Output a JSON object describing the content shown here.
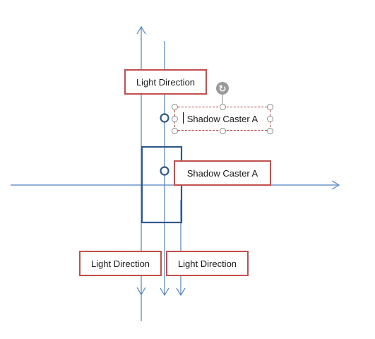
{
  "colors": {
    "axis": "#4f81bd",
    "caster": "#2f5a88",
    "label_border": "#c0504d",
    "selection_border": "#b03a3a",
    "handle": "#8a8a8a"
  },
  "labels": {
    "light_direction_top": "Light Direction",
    "shadow_caster_selected": "Shadow Caster A",
    "shadow_caster": "Shadow Caster A",
    "light_direction_bottom_left": "Light Direction",
    "light_direction_bottom_right": "Light Direction"
  },
  "icons": {
    "rotate": "rotate-icon",
    "pivot": "pivot-circle-icon",
    "arrow": "arrowhead-icon"
  }
}
